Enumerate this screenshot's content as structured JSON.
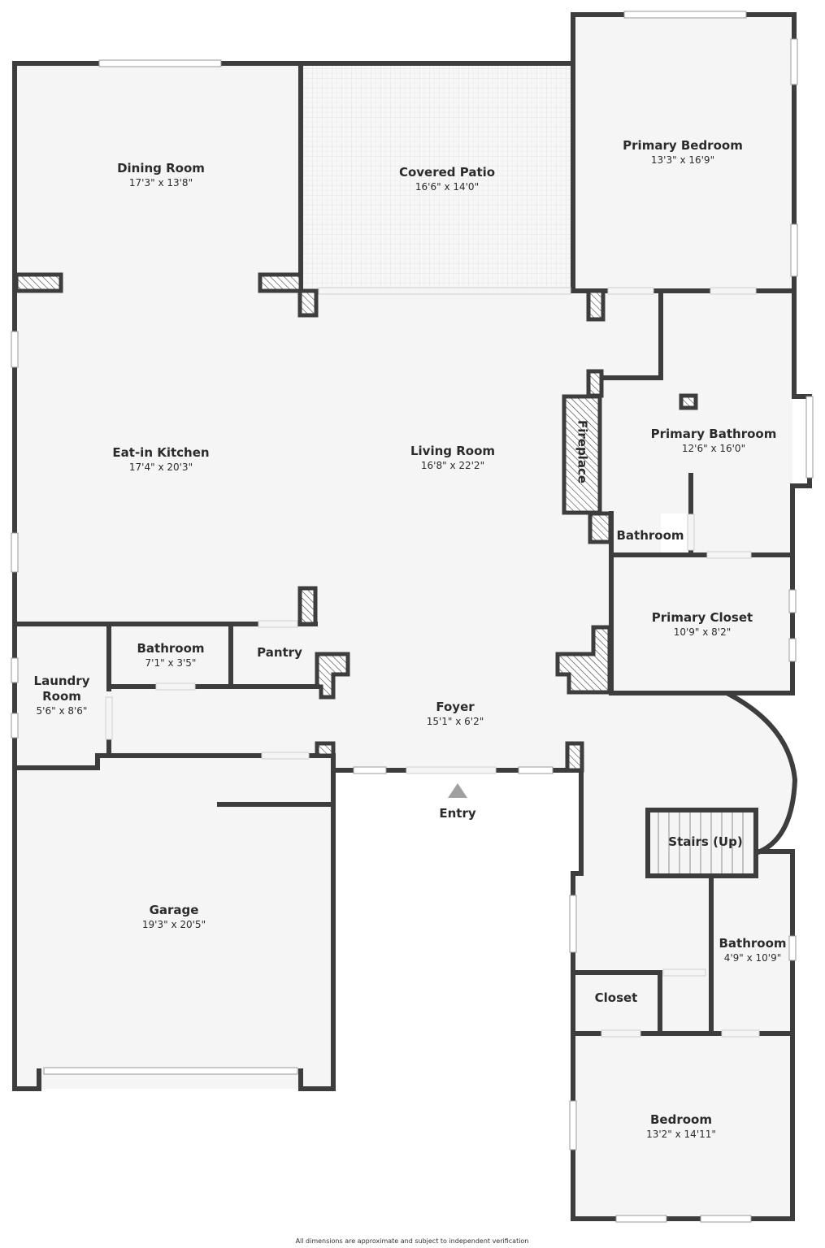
{
  "rooms": {
    "dining": {
      "name": "Dining Room",
      "dim": "17'3\" x 13'8\""
    },
    "patio": {
      "name": "Covered Patio",
      "dim": "16'6\" x 14'0\""
    },
    "primary_bedroom": {
      "name": "Primary Bedroom",
      "dim": "13'3\" x 16'9\""
    },
    "kitchen": {
      "name": "Eat-in Kitchen",
      "dim": "17'4\" x 20'3\""
    },
    "living": {
      "name": "Living Room",
      "dim": "16'8\" x 22'2\""
    },
    "fireplace": {
      "name": "Fireplace"
    },
    "primary_bathroom": {
      "name": "Primary Bathroom",
      "dim": "12'6\" x 16'0\""
    },
    "bathroom_small": {
      "name": "Bathroom"
    },
    "primary_closet": {
      "name": "Primary Closet",
      "dim": "10'9\" x 8'2\""
    },
    "half_bath": {
      "name": "Bathroom",
      "dim": "7'1\" x 3'5\""
    },
    "pantry": {
      "name": "Pantry"
    },
    "laundry": {
      "name_line1": "Laundry",
      "name_line2": "Room",
      "dim": "5'6\" x 8'6\""
    },
    "foyer": {
      "name": "Foyer",
      "dim": "15'1\" x 6'2\""
    },
    "entry": {
      "name": "Entry"
    },
    "stairs": {
      "name": "Stairs (Up)"
    },
    "garage": {
      "name": "Garage",
      "dim": "19'3\" x 20'5\""
    },
    "bathroom_right": {
      "name": "Bathroom",
      "dim": "4'9\" x 10'9\""
    },
    "closet": {
      "name": "Closet"
    },
    "bedroom": {
      "name": "Bedroom",
      "dim": "13'2\" x 14'11\""
    }
  },
  "footer_note": "All dimensions are approximate and subject to independent verification",
  "colors": {
    "wall": "#3d3d3d",
    "floor": "#f5f5f5",
    "text": "#2b2b2b"
  }
}
